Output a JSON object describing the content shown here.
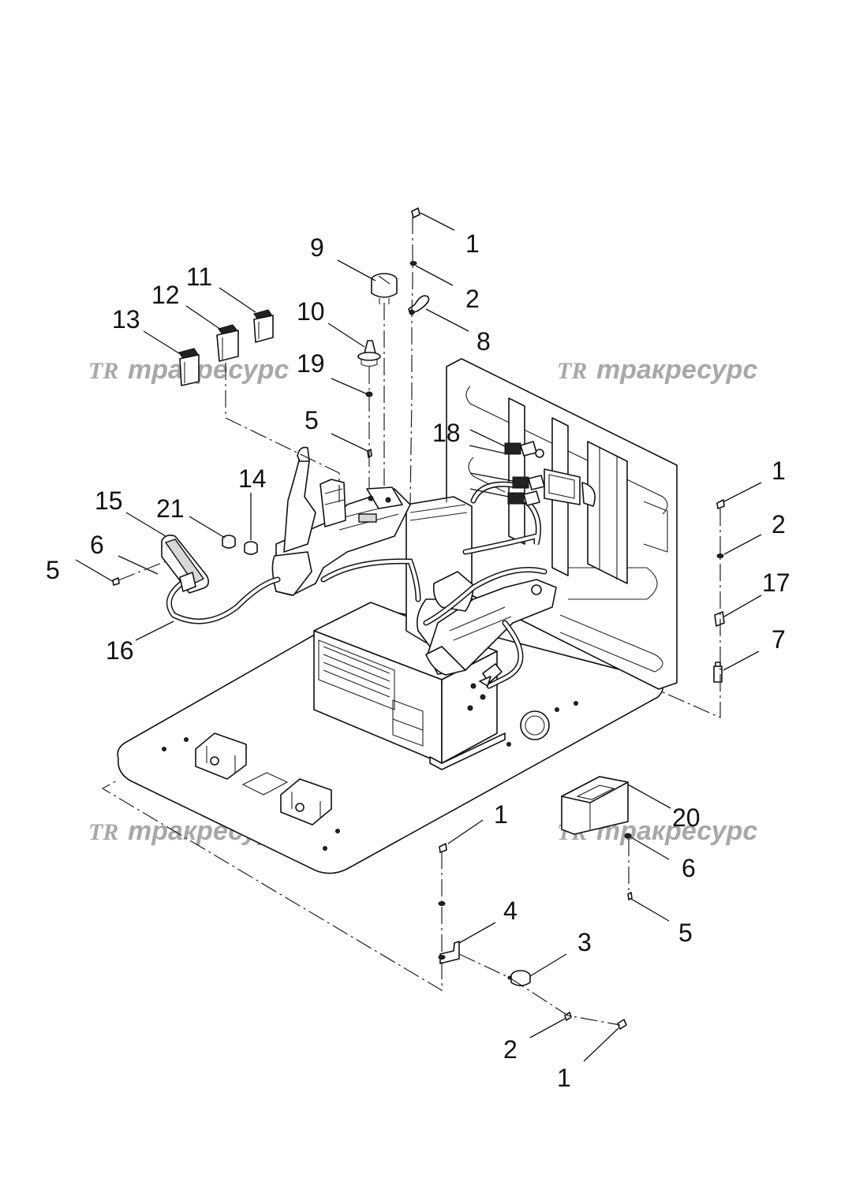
{
  "watermark": {
    "logo": "TR",
    "text": "тракресурс"
  },
  "callouts": {
    "c1a": "1",
    "c2a": "2",
    "c8": "8",
    "c9": "9",
    "c11": "11",
    "c12": "12",
    "c13": "13",
    "c10": "10",
    "c19": "19",
    "c5a": "5",
    "c18": "18",
    "c14": "14",
    "c15": "15",
    "c21": "21",
    "c6a": "6",
    "c5b": "5",
    "c16": "16",
    "c1b": "1",
    "c2b": "2",
    "c17": "17",
    "c7": "7",
    "c20": "20",
    "c1c": "1",
    "c6b": "6",
    "c4": "4",
    "c3": "3",
    "c5c": "5",
    "c2c": "2",
    "c1d": "1"
  }
}
